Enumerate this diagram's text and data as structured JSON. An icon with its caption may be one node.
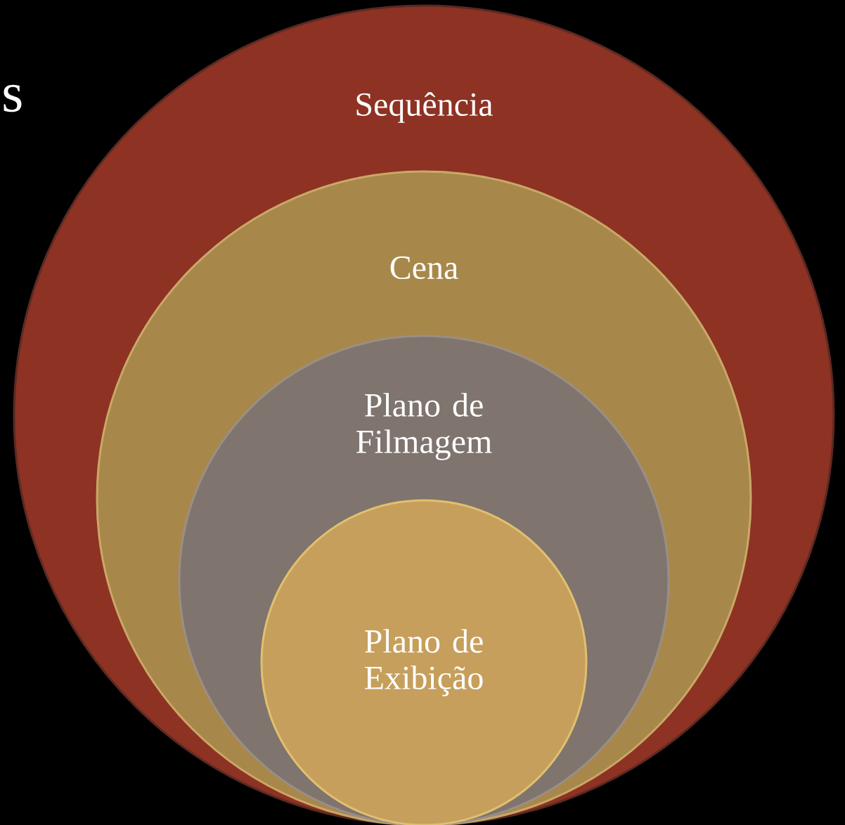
{
  "diagram": {
    "nodes": [
      {
        "text": [
          "Sequência"
        ]
      },
      {
        "text": [
          "Cena"
        ],
        "in": 0
      },
      {
        "text": [
          "Plano de Filmagem"
        ],
        "in": 1
      },
      {
        "text": [
          "Plano de Exibição"
        ],
        "in": 2
      }
    ],
    "labels": [
      "s"
    ]
  }
}
